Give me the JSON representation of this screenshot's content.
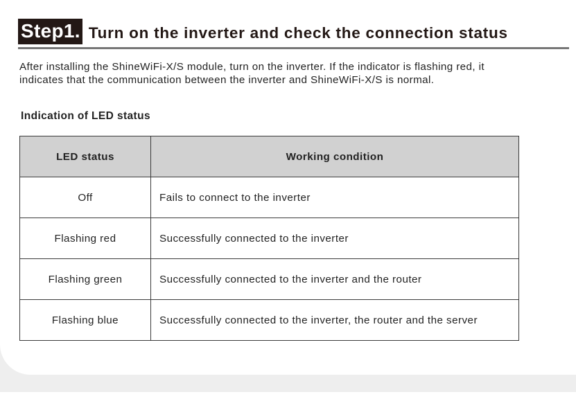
{
  "step": {
    "badge": "Step1.",
    "title": "Turn on the inverter and check the connection status"
  },
  "intro": "After installing the ShineWiFi-X/S module, turn on the inverter. If the indicator is flashing red, it indicates that the communication between the inverter and ShineWiFi-X/S is normal.",
  "section_heading": "Indication of LED status",
  "table": {
    "headers": [
      "LED status",
      "Working condition"
    ],
    "rows": [
      [
        "Off",
        "Fails to connect to the inverter"
      ],
      [
        "Flashing red",
        "Successfully connected to the inverter"
      ],
      [
        "Flashing green",
        "Successfully connected to the inverter and the router"
      ],
      [
        "Flashing blue",
        "Successfully connected to the inverter, the router and the server"
      ]
    ]
  },
  "colors": {
    "badge_bg": "#231815",
    "rule": "#777777",
    "table_header_bg": "#d1d1d1",
    "bottom_band": "#eeeeee"
  }
}
